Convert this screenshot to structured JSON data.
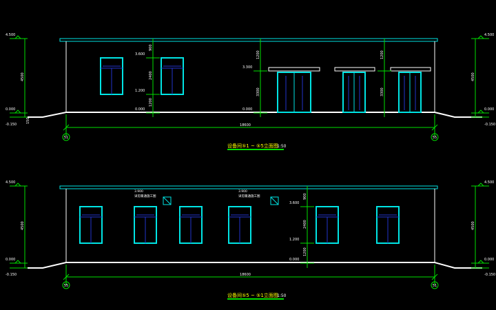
{
  "colors": {
    "background": "#000000",
    "outline": "#ffffff",
    "window_frame": "#00e5e5",
    "glass": "#2233cc",
    "dimension": "#00e000",
    "text": "#ffffff",
    "text_yellow": "#ffff00"
  },
  "elevation_a": {
    "title": "设备间⑤1 ~ ⑤5立面图",
    "scale": "1:50",
    "axis_left": "51",
    "axis_right": "55",
    "overall_width": "18600",
    "roof_level": "4.500",
    "floor_level": "0.000",
    "ground_level": "-0.150",
    "window_sill_level": "1.200",
    "window_head_level": "3.600",
    "door_head_level": "3.300",
    "left_total": "4500",
    "left_lower": "150",
    "right_total": "4500",
    "window_dims": [
      "900",
      "2400",
      "1200"
    ],
    "door_dims": [
      "1200",
      "3300"
    ]
  },
  "elevation_b": {
    "title": "设备间⑤5 ~ ⑤1立面图",
    "scale": "1:50",
    "axis_left": "55",
    "axis_right": "51",
    "overall_width": "18600",
    "roof_level": "4.500",
    "floor_level": "0.000",
    "ground_level": "-0.150",
    "window_sill_level": "1.200",
    "window_head_level": "3.600",
    "left_total": "4500",
    "right_total": "4500",
    "window_dims": [
      "900",
      "2400",
      "1200"
    ],
    "vent_note_1": "详见暖通施工图",
    "vent_note_1_level": "3.900",
    "vent_note_2": "详见暖通施工图",
    "vent_note_2_level": "3.900"
  }
}
